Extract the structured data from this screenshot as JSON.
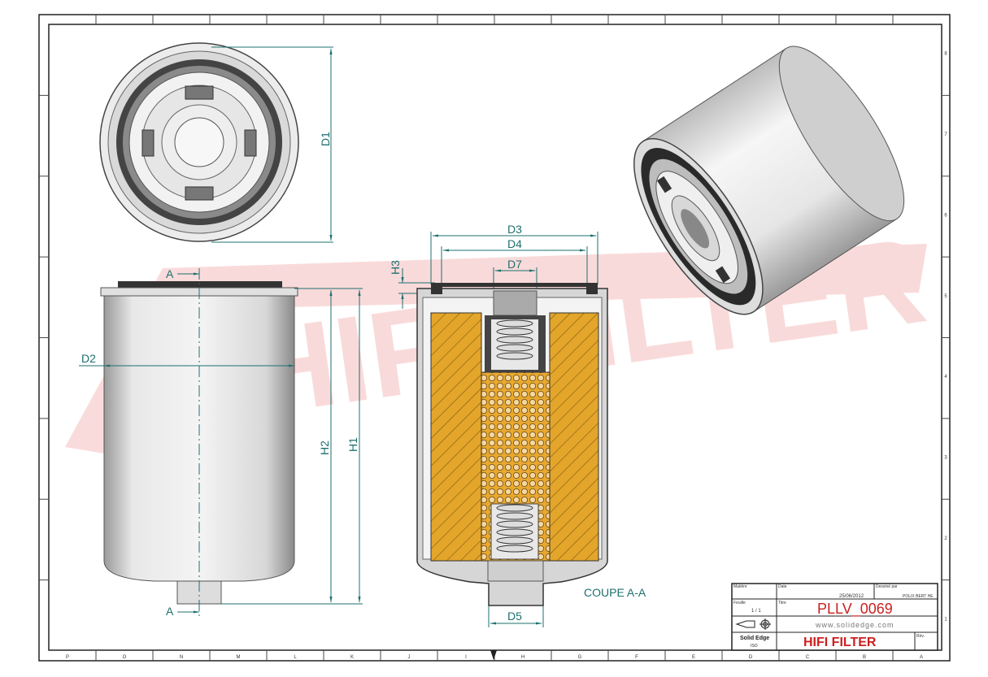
{
  "sheet": {
    "bottom_columns": [
      "P",
      "O",
      "N",
      "M",
      "L",
      "K",
      "J",
      "I",
      "H",
      "G",
      "F",
      "E",
      "D",
      "C",
      "B",
      "A"
    ],
    "right_rows": [
      "8",
      "7",
      "6",
      "5",
      "4",
      "3",
      "2",
      "1"
    ]
  },
  "watermark": "HIFI FILTER",
  "views": {
    "dimensions": {
      "d1": "D1",
      "d2": "D2",
      "d3": "D3",
      "d4": "D4",
      "d5": "D5",
      "d7": "D7",
      "h1": "H1",
      "h2": "H2",
      "h3": "H3"
    },
    "section_marker": "A",
    "section_label": "COUPE A-A"
  },
  "title_block": {
    "matiere_label": "Matière",
    "date_label": "Date",
    "date": "25/06/2012",
    "drawn_by_label": "Dessiné par",
    "drawn_by": "POLIX BERT HE",
    "feuille_label": "Feuille",
    "sheet": "1 / 1",
    "titre_label": "Titre",
    "part_number": "PLLV_0069",
    "website": "www.solidedge.com",
    "software": "Solid Edge",
    "software_sub": "ISO",
    "company": "HIFI FILTER",
    "rev_label": "Rév."
  },
  "colors": {
    "dimension": "#1f6f6f",
    "brand_red": "#cc1f1f",
    "media": "#e0a628"
  }
}
